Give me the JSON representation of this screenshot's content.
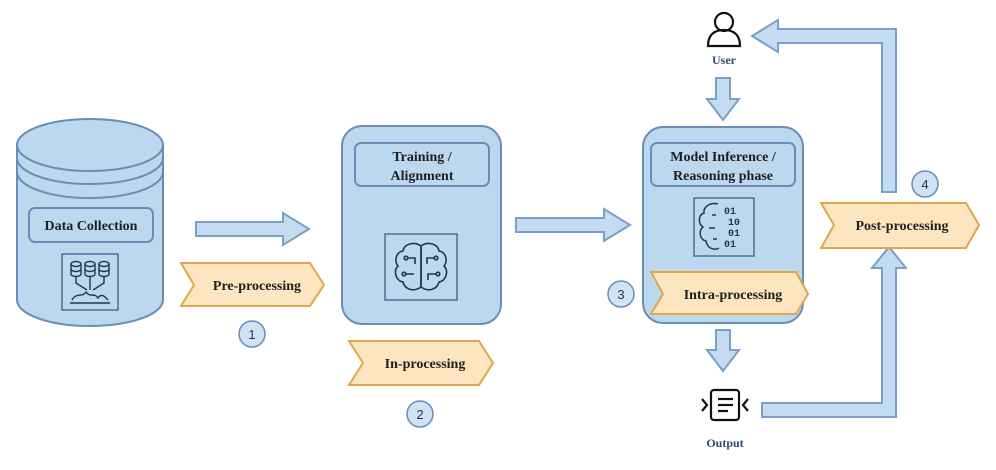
{
  "nodes": {
    "data_collection": "Data Collection",
    "training_line1": "Training /",
    "training_line2": "Alignment",
    "inference_line1": "Model Inference /",
    "inference_line2": "Reasoning phase",
    "user": "User",
    "output": "Output"
  },
  "stages": {
    "pre": "Pre-processing",
    "in": "In-processing",
    "intra": "Intra-processing",
    "post": "Post-processing"
  },
  "steps": {
    "s1": "1",
    "s2": "2",
    "s3": "3",
    "s4": "4"
  },
  "binary_glyph": {
    "row1": "01",
    "row2": "10",
    "row3": "01",
    "row4": "01"
  },
  "icons": {
    "database": "database-icon",
    "brain": "brain-circuit-icon",
    "binary": "brain-binary-icon",
    "user": "user-icon",
    "output": "output-document-icon"
  },
  "colors": {
    "box_fill": "#bcd8ee",
    "box_stroke": "#6b8db5",
    "arrow_fill": "#c4dcf1",
    "arrow_stroke": "#7b9fc6",
    "stage_fill": "#fde6bf",
    "stage_stroke": "#e0a64b",
    "step_fill": "#cfe3f4"
  }
}
